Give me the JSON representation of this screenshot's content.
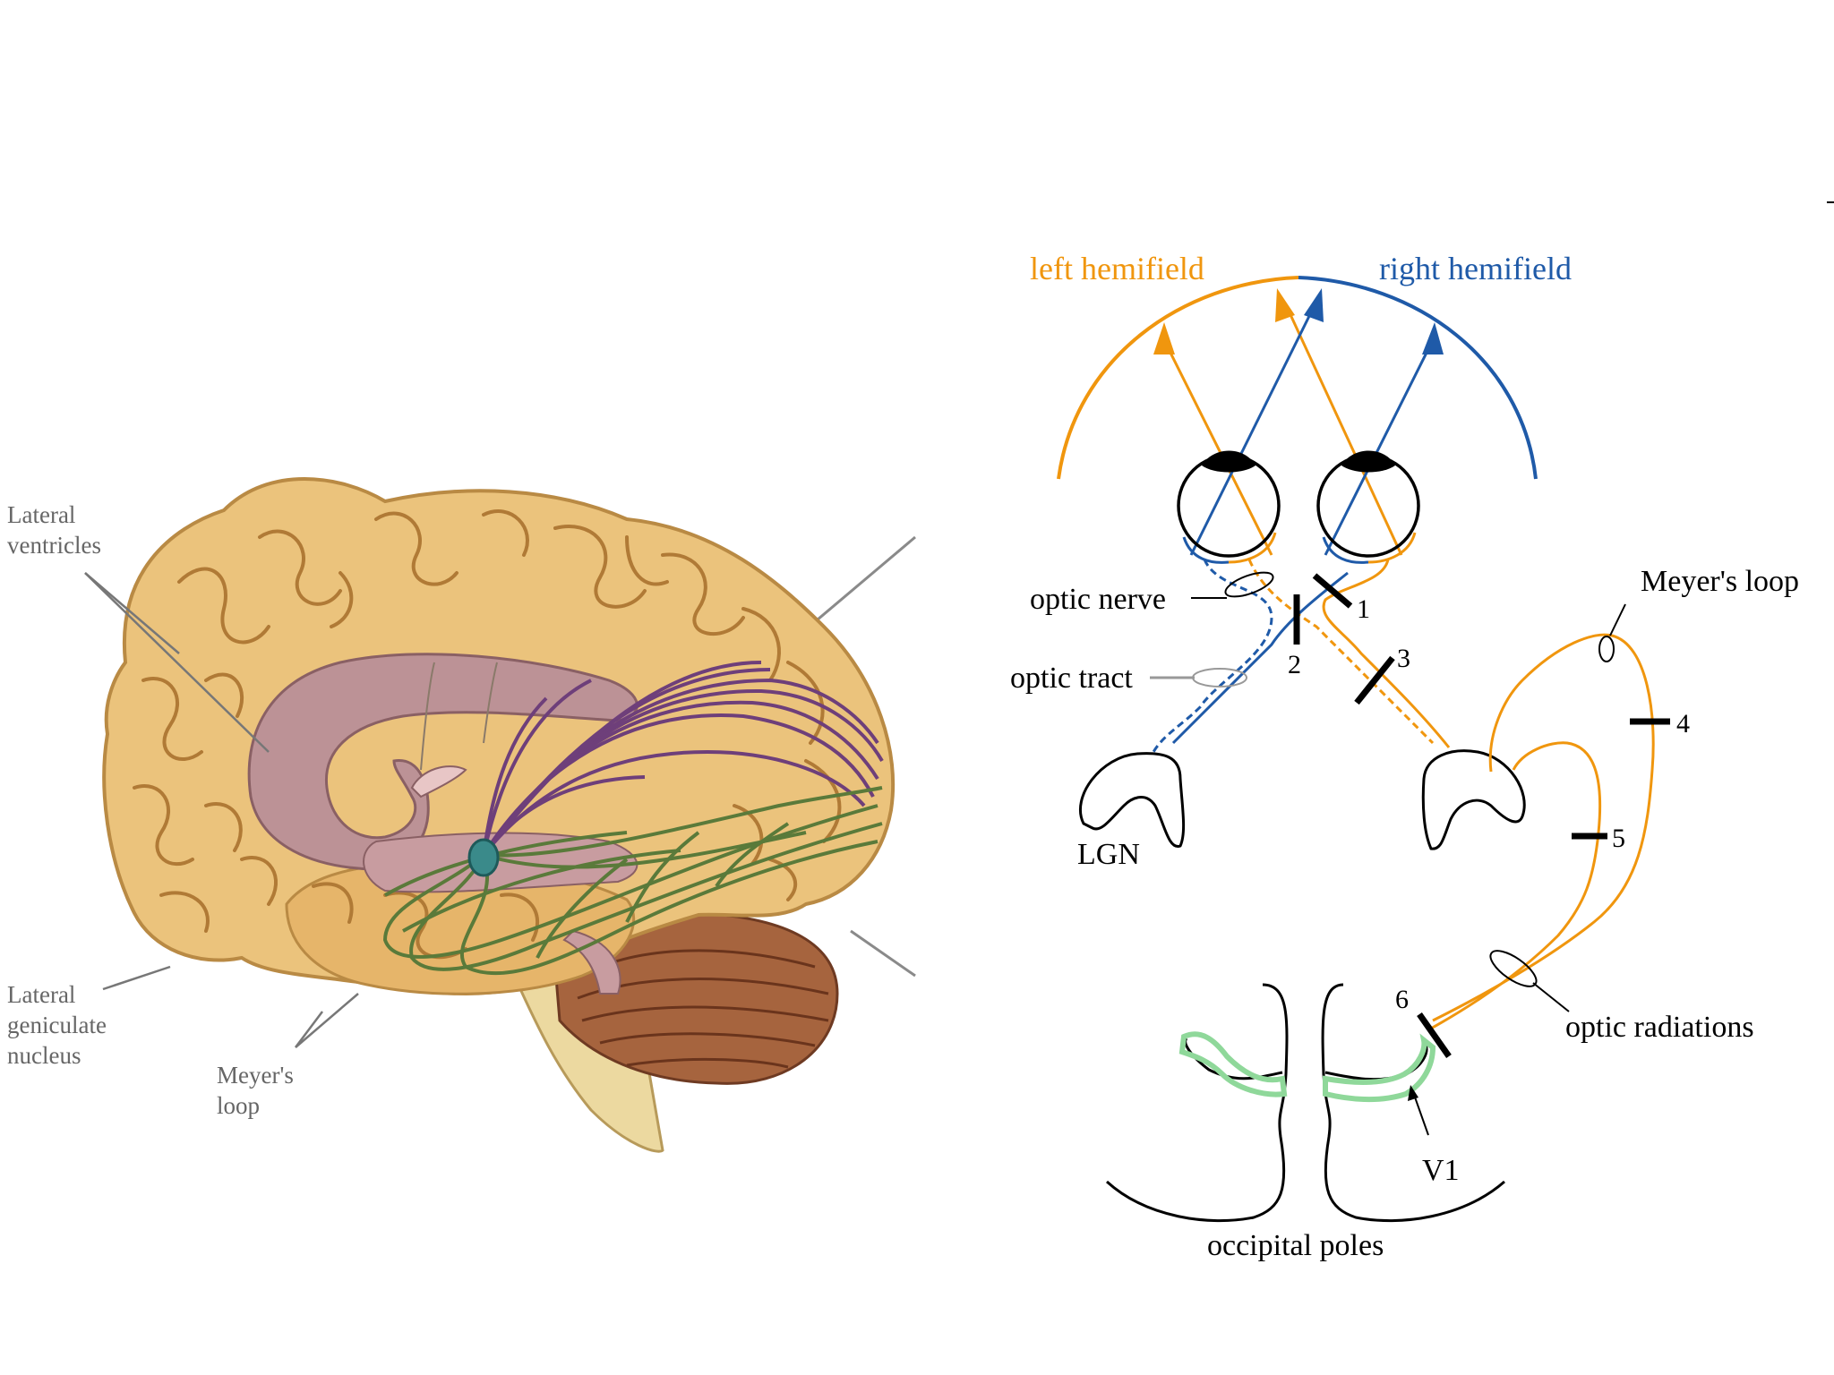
{
  "brain_illustration": {
    "labels": {
      "lateral_ventricles": [
        "Lateral",
        "ventricles"
      ],
      "lateral_geniculate_nucleus": [
        "Lateral",
        "geniculate",
        "nucleus"
      ],
      "meyers_loop": [
        "Meyer's",
        "loop"
      ]
    },
    "colors": {
      "cortex": "#e9c27a",
      "cortex_shadow": "#c98f45",
      "ventricle": "#b88f93",
      "radiation_upper": "#6e3f7a",
      "radiation_lower": "#5a7a3a",
      "cerebellum": "#9a5a3a",
      "lgn": "#3a8a8a"
    }
  },
  "pathway_diagram": {
    "labels": {
      "left_hemifield": "left hemifield",
      "right_hemifield": "right hemifield",
      "optic_nerve": "optic nerve",
      "optic_tract": "optic tract",
      "meyers_loop": "Meyer's loop",
      "lgn": "LGN",
      "optic_radiations": "optic radiations",
      "v1": "V1",
      "occipital_poles": "occipital poles"
    },
    "lesions": [
      "1",
      "2",
      "3",
      "4",
      "5",
      "6"
    ],
    "colors": {
      "left_field": "#f0960e",
      "right_field": "#1f5aa8",
      "v1_highlight": "#8fd89a",
      "ink": "#000000"
    }
  }
}
